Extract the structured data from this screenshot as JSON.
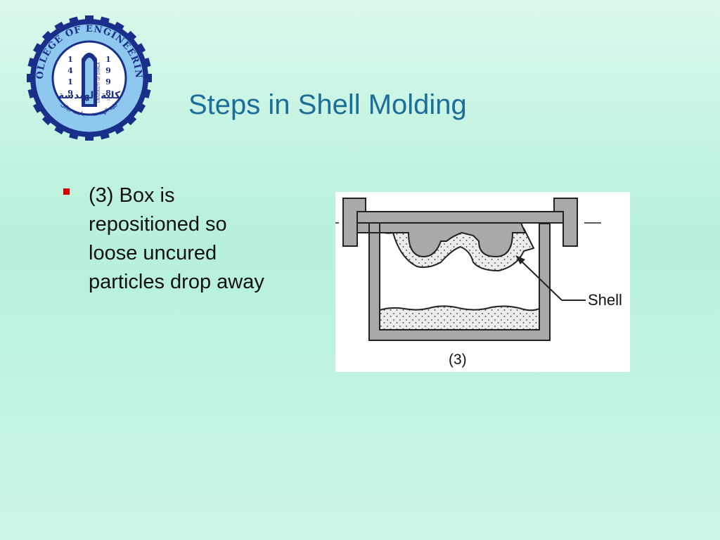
{
  "slide": {
    "title": "Steps in Shell Molding",
    "bullets": [
      {
        "text": "(3) Box is repositioned so loose uncured particles drop away"
      }
    ]
  },
  "logo": {
    "ring_text": "COLLEGE OF ENGINEERING",
    "year_left": [
      "1",
      "4",
      "1",
      "9"
    ],
    "year_right": [
      "1",
      "9",
      "9",
      "8"
    ],
    "side_text": "UNIVERSITY OF DIYALA",
    "arabic_main": "كلية الهندسة",
    "arabic_ring": "كلية الهندسة - جامعة ديالى"
  },
  "figure": {
    "shell_label": "Shell",
    "caption": "(3)"
  },
  "colors": {
    "title": "#1c6e98",
    "bullet": "#d40000",
    "logo_navy": "#1a2f8a",
    "logo_light": "#8ec8ee",
    "mold_gray": "#a9a9a9"
  }
}
